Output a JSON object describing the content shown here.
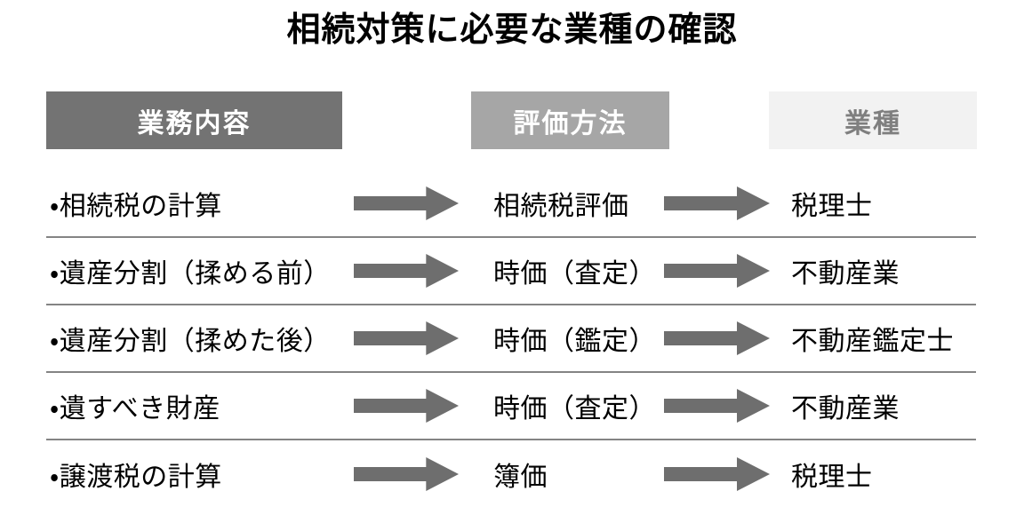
{
  "title": "相続対策に必要な業種の確認",
  "columns": [
    {
      "label": "業務内容"
    },
    {
      "label": "評価方法"
    },
    {
      "label": "業種"
    }
  ],
  "rows": [
    {
      "task": "・相続税の計算",
      "method": "相続税評価",
      "profession": "税理士"
    },
    {
      "task": "・遺産分割（揉める前）",
      "method": "時価（査定）",
      "profession": "不動産業"
    },
    {
      "task": "・遺産分割（揉めた後）",
      "method": "時価（鑑定）",
      "profession": "不動産鑑定士"
    },
    {
      "task": "・遺すべき財産",
      "method": "時価（査定）",
      "profession": "不動産業"
    },
    {
      "task": "・譲渡税の計算",
      "method": "簿価",
      "profession": "税理士"
    }
  ],
  "icons": {
    "arrow": "right-arrow-icon"
  },
  "colors": {
    "background": "#ffffff",
    "title_text": "#000000",
    "body_text": "#000000",
    "column1_bg": "#737373",
    "column1_text": "#ffffff",
    "column2_bg": "#a6a6a6",
    "column2_text": "#ffffff",
    "column3_bg": "#f2f2f2",
    "column3_text": "#7f7f7f",
    "arrow": "#6e6e6e",
    "separator": "#848484"
  }
}
